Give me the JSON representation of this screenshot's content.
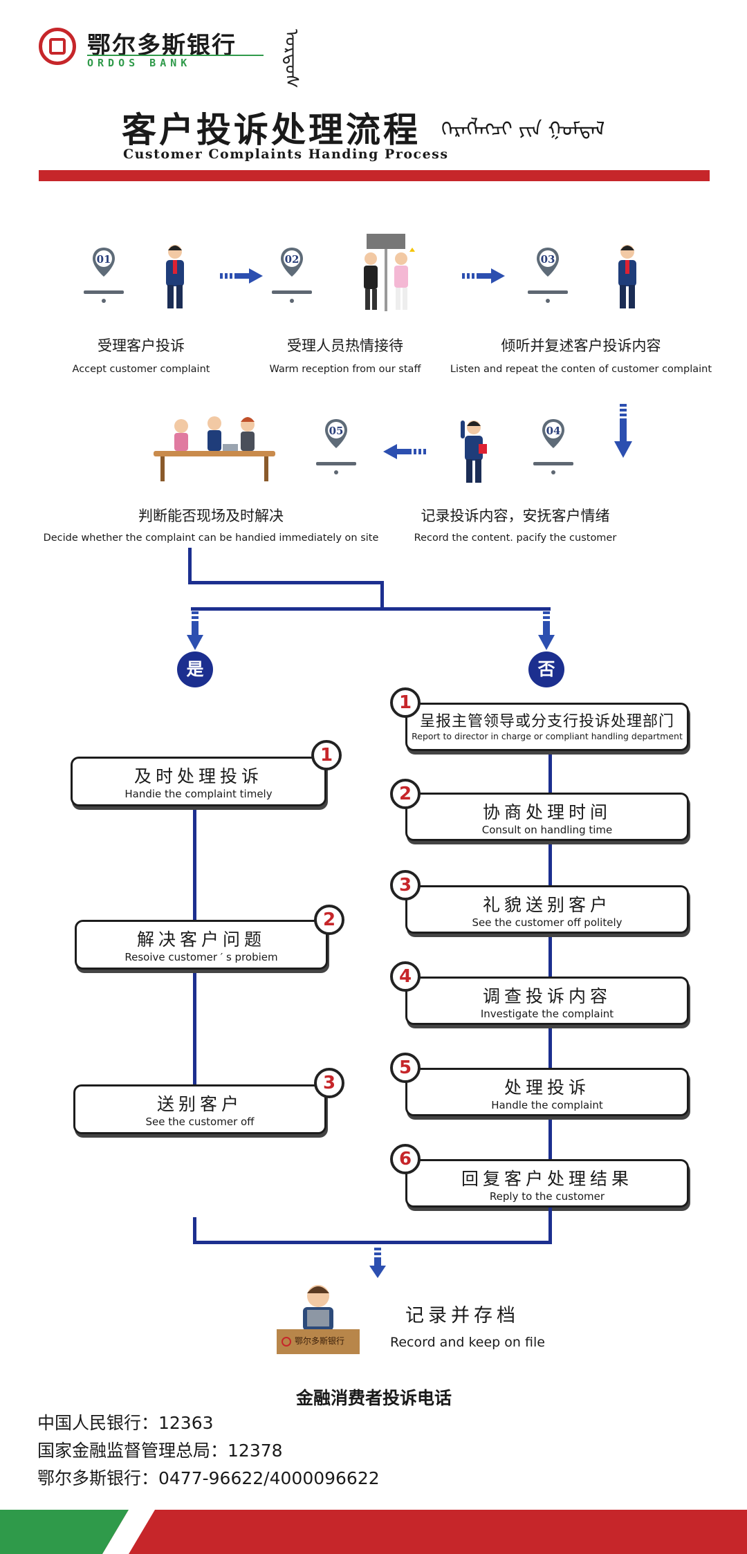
{
  "header": {
    "bank_name_cn": "鄂尔多斯银行",
    "bank_name_en": "ORDOS   BANK",
    "mongolian_mark": "ᠣᠷᠳᠣᠰ",
    "title_cn": "客户投诉处理流程",
    "title_en": "Customer Complaints Handing Process",
    "title_mongolian": "ᠬᠡᠷᠡᠭᠯᠡᠭᠴᠢ ᠶᠢᠨ ᠭᠣᠮᠳᠠᠯ"
  },
  "steps": [
    {
      "num": "01",
      "cn": "受理客户投诉",
      "en": "Accept customer complaint"
    },
    {
      "num": "02",
      "cn": "受理人员热情接待",
      "en": "Warm reception from our staff"
    },
    {
      "num": "03",
      "cn": "倾听并复述客户投诉内容",
      "en": "Listen and repeat the conten of customer complaint"
    },
    {
      "num": "04",
      "cn": "记录投诉内容，安抚客户情绪",
      "en": "Record the content. pacify the customer"
    },
    {
      "num": "05",
      "cn": "判断能否现场及时解决",
      "en": "Decide whether the complaint can be handied immediately on site"
    }
  ],
  "branch": {
    "yes": "是",
    "no": "否"
  },
  "yes_path": [
    {
      "num": "1",
      "cn": "及时处理投诉",
      "en": "Handie the complaint timely"
    },
    {
      "num": "2",
      "cn": "解决客户问题",
      "en": "Resoive customer ′ s probiem"
    },
    {
      "num": "3",
      "cn": "送别客户",
      "en": "See the customer off"
    }
  ],
  "no_path": [
    {
      "num": "1",
      "cn": "呈报主管领导或分支行投诉处理部门",
      "en": "Report to director in charge or compliant handling department"
    },
    {
      "num": "2",
      "cn": "协商处理时间",
      "en": "Consult on handling time"
    },
    {
      "num": "3",
      "cn": "礼貌送别客户",
      "en": "See the customer off politely"
    },
    {
      "num": "4",
      "cn": "调查投诉内容",
      "en": "Investigate the complaint"
    },
    {
      "num": "5",
      "cn": "处理投诉",
      "en": "Handle the complaint"
    },
    {
      "num": "6",
      "cn": "回复客户处理结果",
      "en": "Reply to the customer"
    }
  ],
  "final": {
    "cn": "记录并存档",
    "en": "Record and keep on file",
    "desk_label": "鄂尔多斯银行"
  },
  "hotlines": {
    "title": "金融消费者投诉电话",
    "items": [
      "中国人民银行：12363",
      "国家金融监督管理总局：12378",
      "鄂尔多斯银行：0477-96622/4000096622"
    ]
  },
  "colors": {
    "brand_red": "#c6262a",
    "flow_blue": "#1c2f8f",
    "brand_green": "#2f9a4a"
  }
}
